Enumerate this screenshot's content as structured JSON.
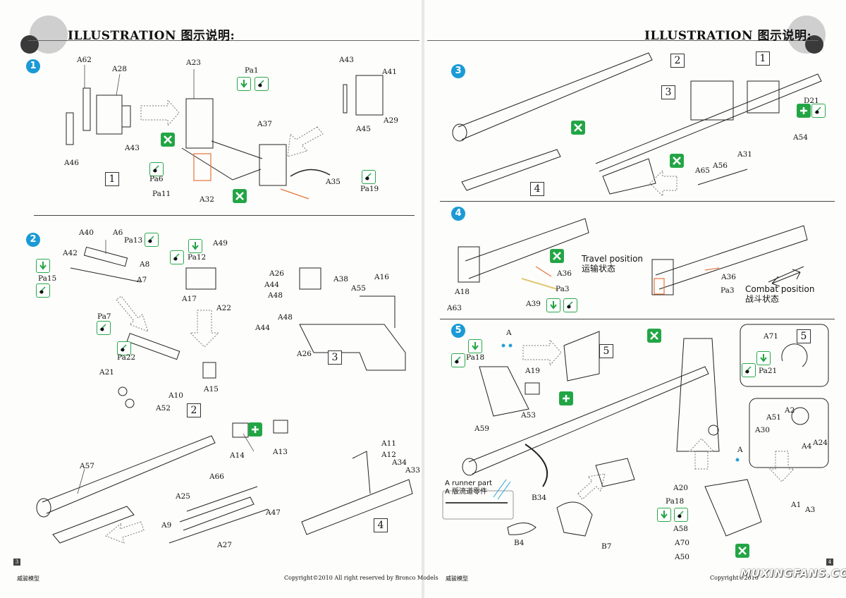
{
  "header": {
    "title_left": "ILLUSTRATION 图示说明:",
    "title_right": "ILLUSTRATION 图示说明:"
  },
  "steps": {
    "s1": "1",
    "s2": "2",
    "s3": "3",
    "s4": "4",
    "s5": "5"
  },
  "boxes": {
    "b1": "1",
    "b2": "2",
    "b3": "3",
    "b4": "4",
    "b3r": "3",
    "b2r": "2",
    "b1r": "1",
    "b4r": "4",
    "b5a": "5",
    "b5b": "5"
  },
  "labels": {
    "A62": "A62",
    "A28": "A28",
    "A43a": "A43",
    "A46": "A46",
    "A23": "A23",
    "Pa1": "Pa1",
    "A37": "A37",
    "Pa6": "Pa6",
    "Pa11": "Pa11",
    "A32": "A32",
    "A35": "A35",
    "Pa19": "Pa19",
    "A43b": "A43",
    "A41": "A41",
    "A29": "A29",
    "A45": "A45",
    "A40": "A40",
    "A6": "A6",
    "Pa13": "Pa13",
    "A8": "A8",
    "A42": "A42",
    "A7": "A7",
    "Pa15": "Pa15",
    "Pa7": "Pa7",
    "Pa12": "Pa12",
    "A49": "A49",
    "A17": "A17",
    "A22": "A22",
    "Pa22": "Pa22",
    "A21": "A21",
    "A10": "A10",
    "A15": "A15",
    "A52": "A52",
    "A26a": "A26",
    "A44a": "A44",
    "A48a": "A48",
    "A38": "A38",
    "A55": "A55",
    "A16": "A16",
    "A44b": "A44",
    "A48b": "A48",
    "A26b": "A26",
    "A57": "A57",
    "A14": "A14",
    "A13": "A13",
    "A66": "A66",
    "A25": "A25",
    "A47": "A47",
    "A9": "A9",
    "A27": "A27",
    "A11": "A11",
    "A12": "A12",
    "A34": "A34",
    "A33": "A33",
    "D21": "D21",
    "A54": "A54",
    "A65": "A65",
    "A56": "A56",
    "A31": "A31",
    "A18": "A18",
    "A36a": "A36",
    "Pa3a": "Pa3",
    "A63": "A63",
    "A39": "A39",
    "A36b": "A36",
    "Pa3b": "Pa3",
    "Apair": "A",
    "Pa18a": "Pa18",
    "A19": "A19",
    "A53": "A53",
    "A59": "A59",
    "A71": "A71",
    "Pa21": "Pa21",
    "A51": "A51",
    "A2": "A2",
    "A30": "A30",
    "A4": "A4",
    "A24": "A24",
    "A20": "A20",
    "Asingle": "A",
    "Pa18b": "Pa18",
    "A58": "A58",
    "A1": "A1",
    "A3": "A3",
    "A70": "A70",
    "A50": "A50",
    "B34": "B34",
    "B4": "B4",
    "B7": "B7"
  },
  "notes": {
    "travel_en": "Travel position",
    "travel_cn": "运输状态",
    "combat_en": "Combat position",
    "combat_cn": "战斗状态",
    "runner_en": "A runner part",
    "runner_cn": "A 版流道零件"
  },
  "footer": {
    "left_brand": "威骏模型",
    "left_copyright": "Copyright©2010  All right reserved by Bronco Models",
    "right_brand": "威骏模型",
    "right_copyright": "Copyright©2010",
    "page_left": "3",
    "page_right": "4",
    "watermark": "MUXINGFANS.COM"
  },
  "colors": {
    "step_blue": "#1b9ad6",
    "icon_green": "#22a545",
    "highlight_orange": "#e8743a"
  }
}
